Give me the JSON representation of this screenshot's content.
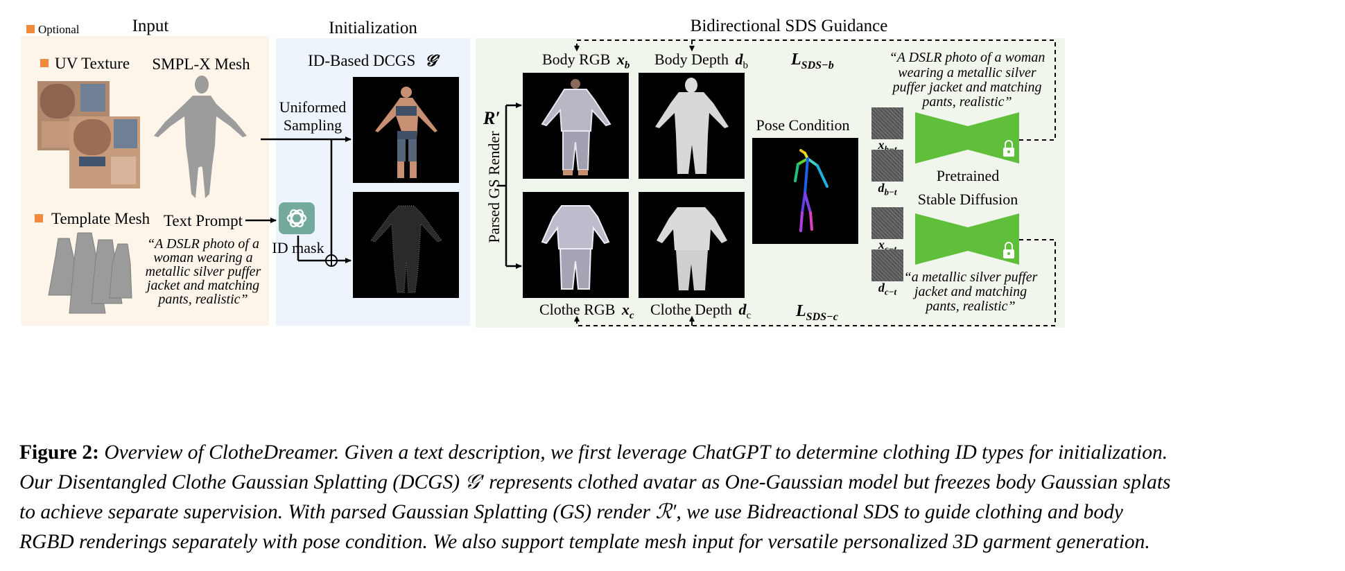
{
  "legend": {
    "optional_label": "Optional",
    "accent_color": "#f08a3c"
  },
  "input": {
    "section_title": "Input",
    "uv_texture_label": "UV Texture",
    "smplx_label": "SMPL-X Mesh",
    "template_label": "Template Mesh",
    "text_prompt_label": "Text Prompt",
    "prompt_lines": [
      "“A DSLR photo of a",
      "woman wearing a",
      "metallic silver puffer",
      "jacket and matching",
      "pants, realistic”"
    ],
    "panel_color": "#fdf5ea"
  },
  "initialization": {
    "section_title": "Initialization",
    "dcgs_label": "ID-Based DCGS",
    "dcgs_symbol": "𝒢′",
    "uniform_line1": "Uniformed",
    "uniform_line2": "Sampling",
    "id_mask_label": "ID mask",
    "panel_color": "#eef4fb"
  },
  "guidance": {
    "section_title": "Bidirectional SDS Guidance",
    "body_rgb_label": "Body RGB",
    "body_rgb_sym": "x",
    "body_rgb_sub": "b",
    "body_depth_label": "Body Depth",
    "body_depth_sym": "d",
    "body_depth_sub": "b",
    "clothe_rgb_label": "Clothe RGB",
    "clothe_rgb_sym": "x",
    "clothe_rgb_sub": "c",
    "clothe_depth_label": "Clothe Depth",
    "clothe_depth_sym": "d",
    "clothe_depth_sub": "c",
    "loss_b": "L",
    "loss_b_sub": "SDS−b",
    "loss_c": "L",
    "loss_c_sub": "SDS−c",
    "render_symbol": "R′",
    "render_label": "Parsed GS Render",
    "pose_label": "Pose Condition",
    "pretrained_line1": "Pretrained",
    "pretrained_line2": "Stable Diffusion",
    "noisy_xb": "x",
    "noisy_xb_sub": "b−t",
    "noisy_db": "d",
    "noisy_db_sub": "b−t",
    "noisy_xc": "x",
    "noisy_xc_sub": "c−t",
    "noisy_dc": "d",
    "noisy_dc_sub": "c−t",
    "prompt_b_lines": [
      "“A DSLR photo of a woman",
      "wearing a metallic silver",
      "puffer jacket and matching",
      "pants, realistic”"
    ],
    "prompt_c_lines": [
      "“a metallic silver puffer",
      "jacket and matching",
      "pants, realistic”"
    ],
    "panel_color": "#f0f6ec",
    "unet_color": "#5fbf3a"
  },
  "caption": {
    "label": "Figure 2:",
    "text_lines": [
      "Overview of ClotheDreamer. Given a text description, we first leverage ChatGPT to determine clothing ID types for initialization.",
      "Our Disentangled Clothe Gaussian Splatting (DCGS) 𝒢′ represents clothed avatar as One-Gaussian model but freezes body Gaussian splats",
      "to achieve separate supervision. With parsed Gaussian Splatting (GS) render ℛ′, we use Bidreactional SDS to guide clothing and body",
      "RGBD renderings separately with pose condition. We also support template mesh input for versatile personalized 3D garment generation."
    ]
  }
}
